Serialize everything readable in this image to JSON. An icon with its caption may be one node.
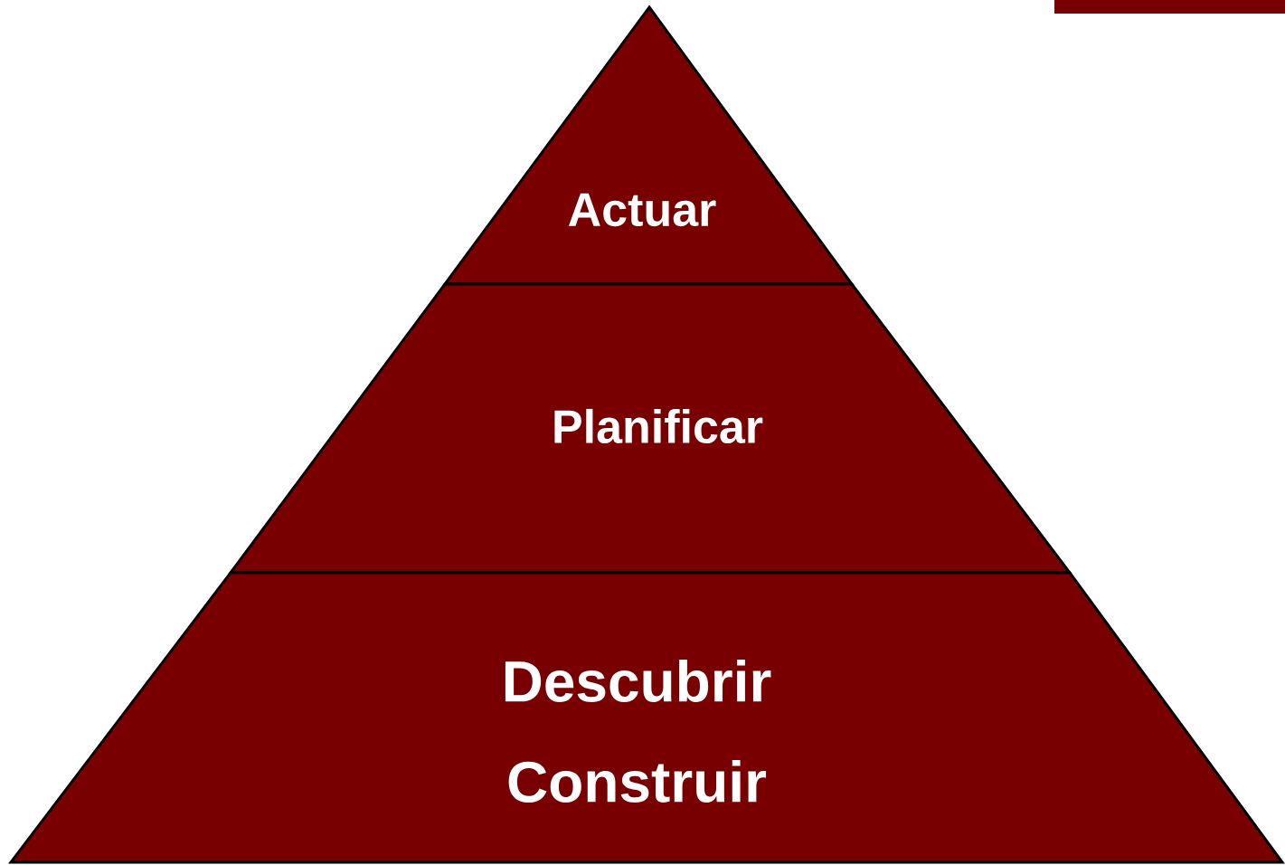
{
  "diagram": {
    "nodes": [
      {
        "text": [
          "Actuar"
        ]
      },
      {
        "text": [
          "Planificar"
        ]
      },
      {
        "text": [
          "Descubrir",
          "Construir"
        ]
      }
    ]
  }
}
